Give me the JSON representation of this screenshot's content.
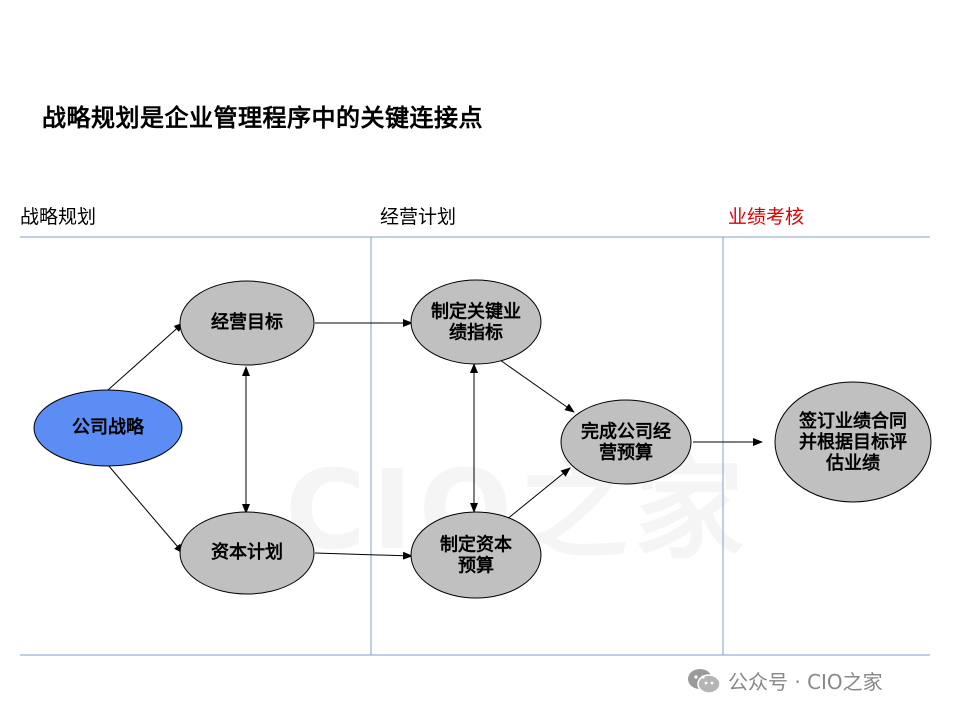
{
  "title": "战略规划是企业管理程序中的关键连接点",
  "columns": [
    {
      "label": "战略规划",
      "color": "#000000"
    },
    {
      "label": "经营计划",
      "color": "#000000"
    },
    {
      "label": "业绩考核",
      "color": "#e00000"
    }
  ],
  "nodes": {
    "strategy": {
      "lines": [
        "公司战略"
      ],
      "fill": "#5b8df5"
    },
    "biz_goal": {
      "lines": [
        "经营目标"
      ],
      "fill": "#c0c0c0"
    },
    "capital_plan": {
      "lines": [
        "资本计划"
      ],
      "fill": "#c0c0c0"
    },
    "kpi": {
      "lines": [
        "制定关键业",
        "绩指标"
      ],
      "fill": "#c0c0c0"
    },
    "capital_budget": {
      "lines": [
        "制定资本",
        "预算"
      ],
      "fill": "#c0c0c0"
    },
    "op_budget": {
      "lines": [
        "完成公司经",
        "营预算"
      ],
      "fill": "#c0c0c0"
    },
    "perf_eval": {
      "lines": [
        "签订业绩合同",
        "并根据目标评",
        "估业绩"
      ],
      "fill": "#c0c0c0"
    }
  },
  "footer": {
    "text": "公众号 · CIO之家",
    "icon": "wechat-icon"
  },
  "watermark": "CIO之家",
  "colors": {
    "line_blue": "#7f9fcf",
    "arrow": "#000000"
  }
}
